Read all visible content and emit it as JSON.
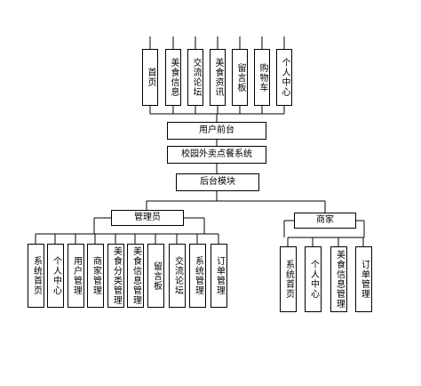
{
  "diagram": {
    "top_modules": [
      "首页",
      "美食信息",
      "交流论坛",
      "美食资讯",
      "留言板",
      "购物车",
      "个人中心"
    ],
    "user_frontend": "用户前台",
    "system_name": "校园外卖点餐系统",
    "backend_module": "后台模块",
    "admin": {
      "label": "管理员",
      "children": [
        "系统首页",
        "个人中心",
        "用户管理",
        "商家管理",
        "美食分类管理",
        "美食信息管理",
        "留言板",
        "交流论坛",
        "系统管理",
        "订单管理"
      ]
    },
    "merchant": {
      "label": "商家",
      "children": [
        "系统首页",
        "个人中心",
        "美食信息管理",
        "订单管理"
      ]
    }
  }
}
